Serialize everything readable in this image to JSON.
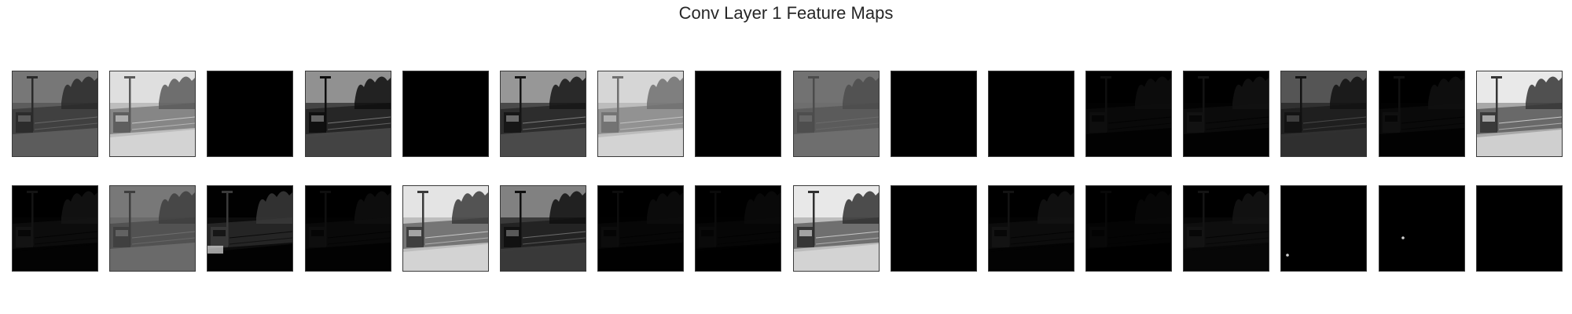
{
  "figure": {
    "title": "Conv Layer 1 Feature Maps"
  },
  "feature_maps": [
    {
      "index": 1,
      "row": 1,
      "bg": "#5c5c5c",
      "fg": "#2a2a2a",
      "sky": "#7a7a7a",
      "style": "edge"
    },
    {
      "index": 2,
      "row": 1,
      "bg": "#bdbdbd",
      "fg": "#5a5a5a",
      "sky": "#e2e2e2",
      "style": "bright"
    },
    {
      "index": 3,
      "row": 1,
      "bg": "#000000",
      "fg": "#000000",
      "sky": "#000000",
      "style": "blank"
    },
    {
      "index": 4,
      "row": 1,
      "bg": "#444444",
      "fg": "#0e0e0e",
      "sky": "#9a9a9a",
      "style": "contrast"
    },
    {
      "index": 5,
      "row": 1,
      "bg": "#000000",
      "fg": "#000000",
      "sky": "#000000",
      "style": "blank"
    },
    {
      "index": 6,
      "row": 1,
      "bg": "#4a4a4a",
      "fg": "#151515",
      "sky": "#a0a0a0",
      "style": "contrast"
    },
    {
      "index": 7,
      "row": 1,
      "bg": "#bcbcbc",
      "fg": "#707070",
      "sky": "#d8d8d8",
      "style": "bright"
    },
    {
      "index": 8,
      "row": 1,
      "bg": "#000000",
      "fg": "#000000",
      "sky": "#000000",
      "style": "blank"
    },
    {
      "index": 9,
      "row": 1,
      "bg": "#6e6e6e",
      "fg": "#4c4c4c",
      "sky": "#727272",
      "style": "edge"
    },
    {
      "index": 10,
      "row": 1,
      "bg": "#000000",
      "fg": "#000000",
      "sky": "#000000",
      "style": "blank"
    },
    {
      "index": 11,
      "row": 1,
      "bg": "#000000",
      "fg": "#000000",
      "sky": "#000000",
      "style": "blank"
    },
    {
      "index": 12,
      "row": 1,
      "bg": "#050505",
      "fg": "#202020",
      "sky": "#000000",
      "style": "faint"
    },
    {
      "index": 13,
      "row": 1,
      "bg": "#060606",
      "fg": "#2a2a2a",
      "sky": "#000000",
      "style": "faint"
    },
    {
      "index": 14,
      "row": 1,
      "bg": "#303030",
      "fg": "#121212",
      "sky": "#5a5a5a",
      "style": "contrast"
    },
    {
      "index": 15,
      "row": 1,
      "bg": "#050505",
      "fg": "#262626",
      "sky": "#000000",
      "style": "faint"
    },
    {
      "index": 16,
      "row": 1,
      "bg": "#a8a8a8",
      "fg": "#353535",
      "sky": "#f0f0f0",
      "style": "bright"
    },
    {
      "index": 17,
      "row": 2,
      "bg": "#070707",
      "fg": "#2e2e2e",
      "sky": "#000000",
      "style": "faint"
    },
    {
      "index": 18,
      "row": 2,
      "bg": "#6a6a6a",
      "fg": "#3e3e3e",
      "sky": "#7a7a7a",
      "style": "edge"
    },
    {
      "index": 19,
      "row": 2,
      "bg": "#0c0c0c",
      "fg": "#3a3a3a",
      "sky": "#000000",
      "style": "invert"
    },
    {
      "index": 20,
      "row": 2,
      "bg": "#060606",
      "fg": "#222222",
      "sky": "#000000",
      "style": "faint"
    },
    {
      "index": 21,
      "row": 2,
      "bg": "#bdbdbd",
      "fg": "#3a3a3a",
      "sky": "#e8e8e8",
      "style": "bright"
    },
    {
      "index": 22,
      "row": 2,
      "bg": "#3a3a3a",
      "fg": "#101010",
      "sky": "#8a8a8a",
      "style": "contrast"
    },
    {
      "index": 23,
      "row": 2,
      "bg": "#040404",
      "fg": "#1e1e1e",
      "sky": "#000000",
      "style": "faint"
    },
    {
      "index": 24,
      "row": 2,
      "bg": "#030303",
      "fg": "#1a1a1a",
      "sky": "#000000",
      "style": "faint"
    },
    {
      "index": 25,
      "row": 2,
      "bg": "#bcbcbc",
      "fg": "#303030",
      "sky": "#ececec",
      "style": "bright"
    },
    {
      "index": 26,
      "row": 2,
      "bg": "#000000",
      "fg": "#000000",
      "sky": "#000000",
      "style": "blank"
    },
    {
      "index": 27,
      "row": 2,
      "bg": "#070707",
      "fg": "#2c2c2c",
      "sky": "#000000",
      "style": "faint"
    },
    {
      "index": 28,
      "row": 2,
      "bg": "#020202",
      "fg": "#141414",
      "sky": "#000000",
      "style": "faint"
    },
    {
      "index": 29,
      "row": 2,
      "bg": "#101010",
      "fg": "#2e2e2e",
      "sky": "#000000",
      "style": "faint"
    },
    {
      "index": 30,
      "row": 2,
      "bg": "#000000",
      "fg": "#000000",
      "sky": "#000000",
      "style": "dot"
    },
    {
      "index": 31,
      "row": 2,
      "bg": "#000000",
      "fg": "#000000",
      "sky": "#000000",
      "style": "dot"
    },
    {
      "index": 32,
      "row": 2,
      "bg": "#000000",
      "fg": "#000000",
      "sky": "#000000",
      "style": "blank"
    }
  ]
}
